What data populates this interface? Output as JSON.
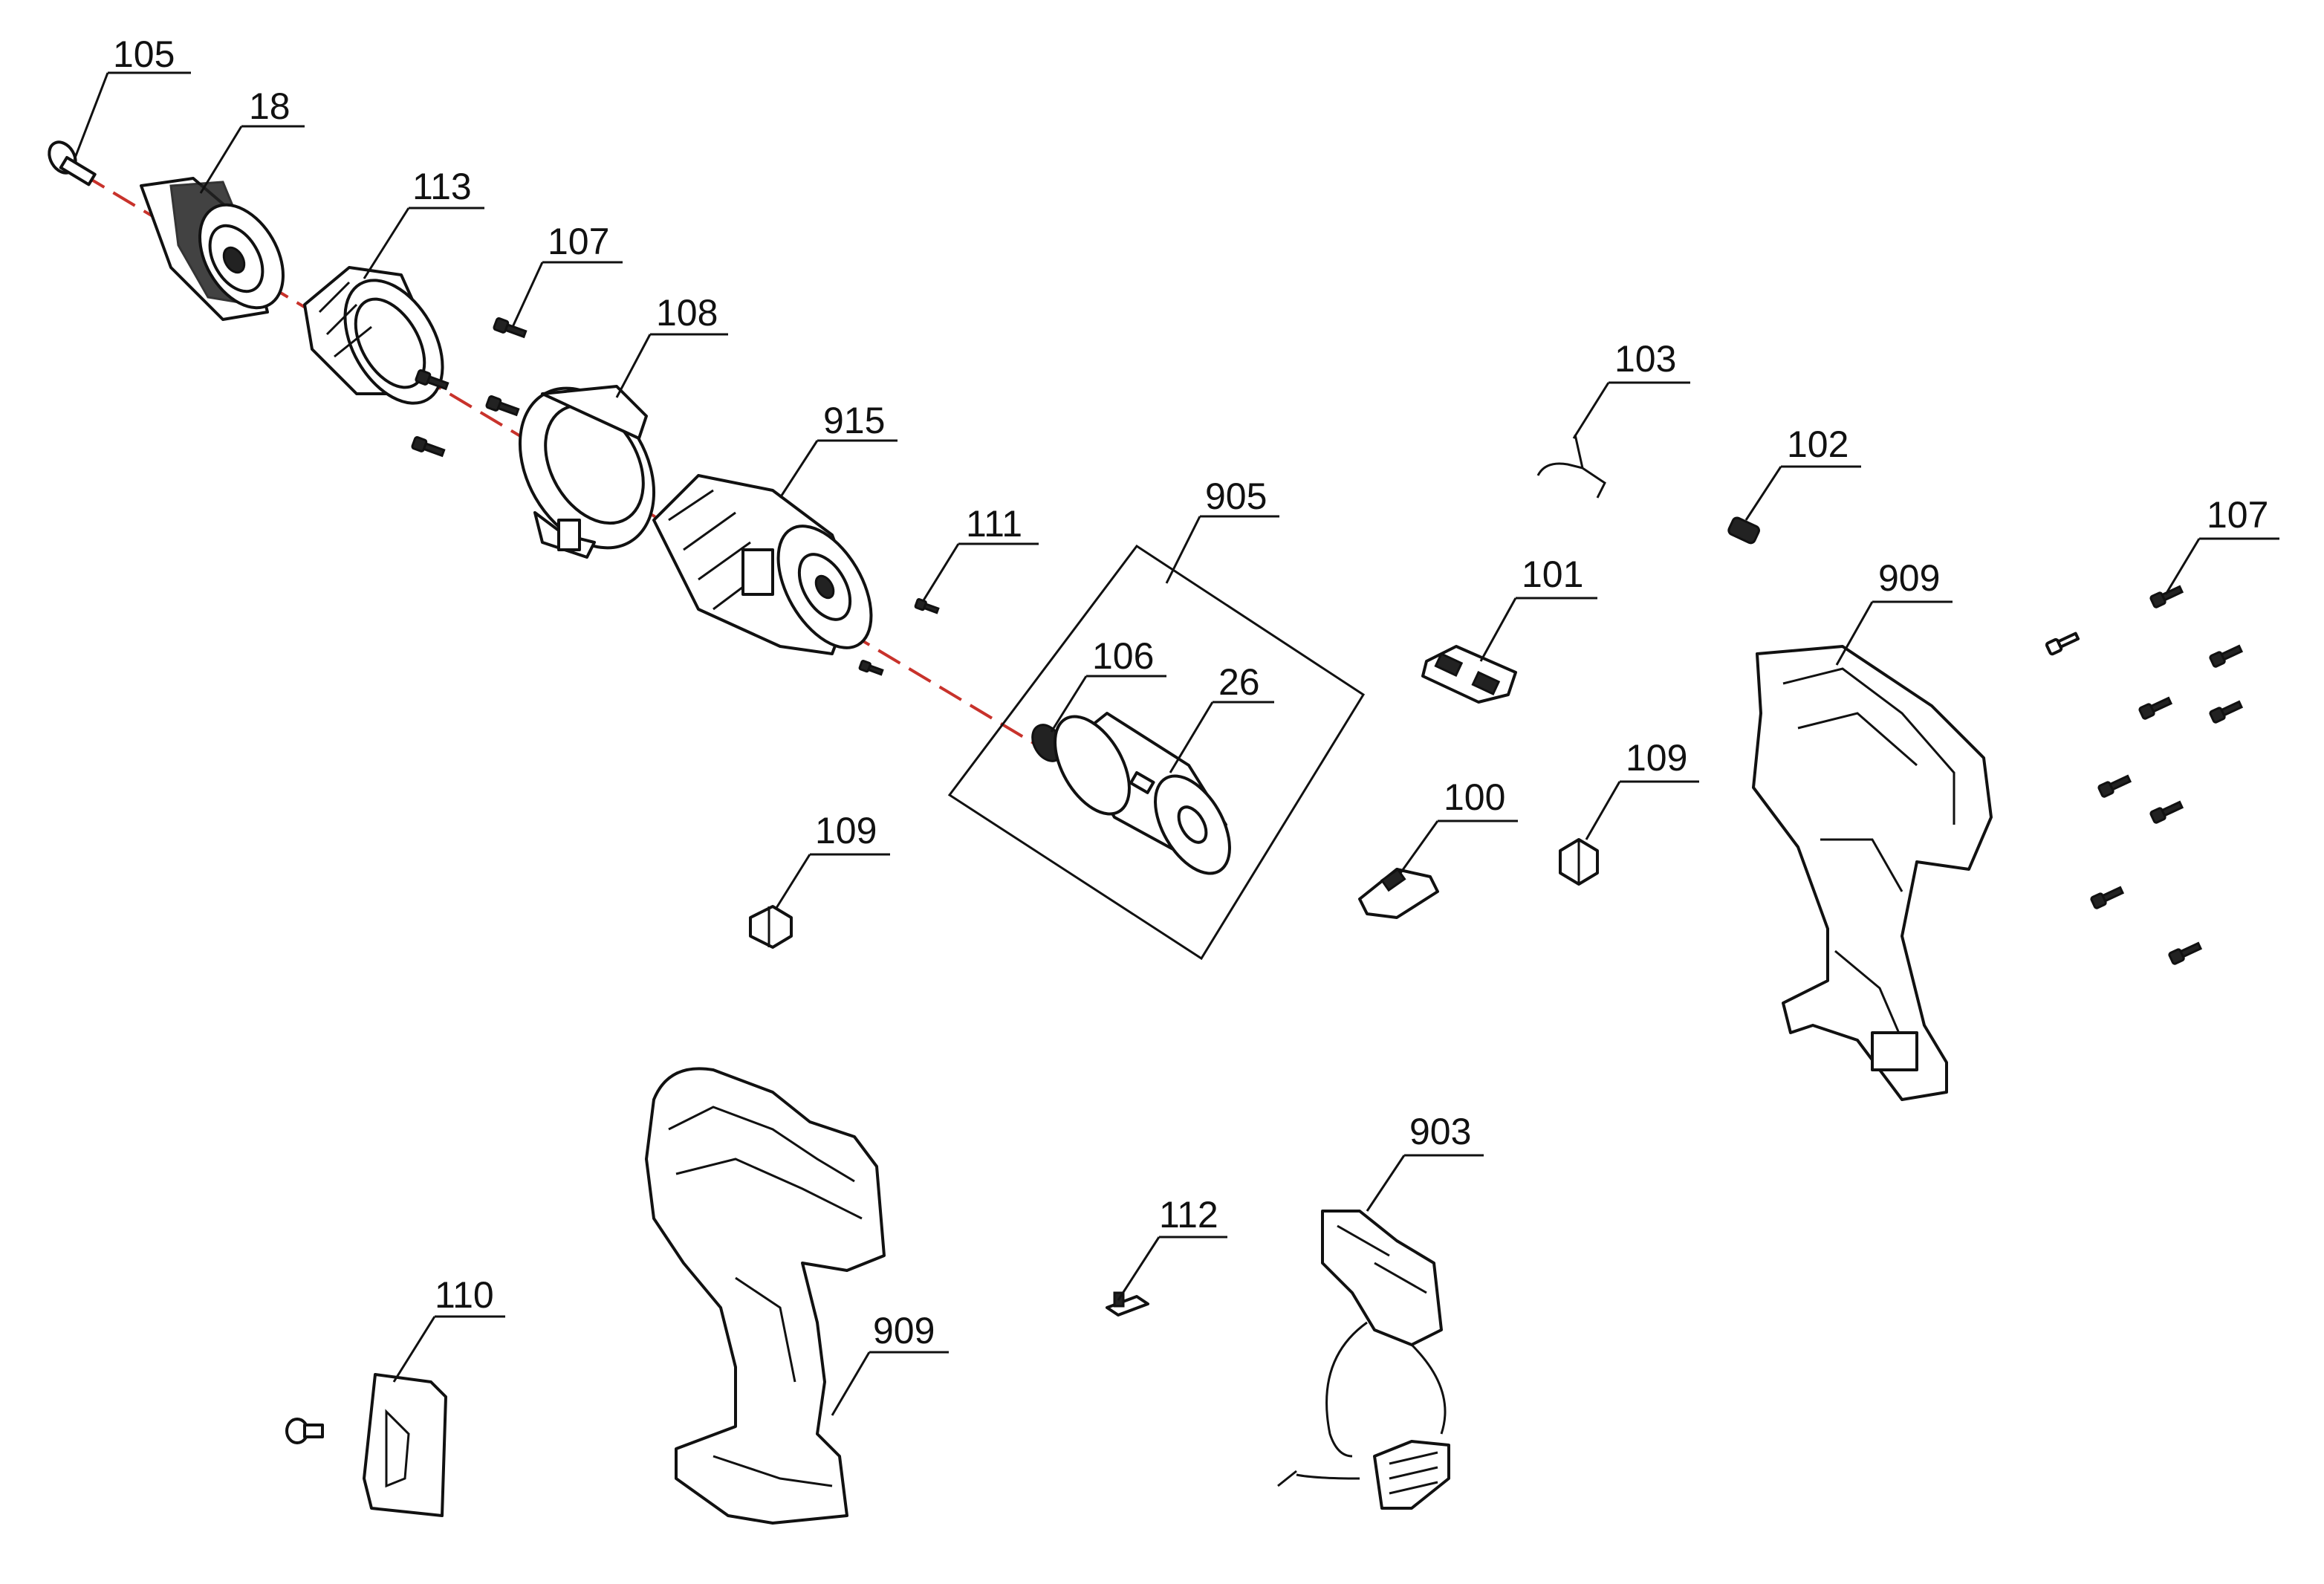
{
  "colors": {
    "axis": "#c8322b",
    "line": "#111111",
    "background": "#ffffff"
  },
  "callouts": [
    {
      "id": "105",
      "label": "105",
      "part": "chuck-screw"
    },
    {
      "id": "18",
      "label": "18",
      "part": "drill-chuck"
    },
    {
      "id": "113",
      "label": "113",
      "part": "torque-ring"
    },
    {
      "id": "107a",
      "label": "107",
      "part": "screw"
    },
    {
      "id": "108",
      "label": "108",
      "part": "gearbox-bracket"
    },
    {
      "id": "915",
      "label": "915",
      "part": "gearbox-assembly"
    },
    {
      "id": "111",
      "label": "111",
      "part": "screw"
    },
    {
      "id": "905",
      "label": "905",
      "part": "motor-assembly-box"
    },
    {
      "id": "106",
      "label": "106",
      "part": "pinion-gear"
    },
    {
      "id": "26",
      "label": "26",
      "part": "motor"
    },
    {
      "id": "103",
      "label": "103",
      "part": "spring-clip"
    },
    {
      "id": "102",
      "label": "102",
      "part": "small-spring"
    },
    {
      "id": "101",
      "label": "101",
      "part": "direction-switch"
    },
    {
      "id": "107b",
      "label": "107",
      "part": "housing-screws"
    },
    {
      "id": "909a",
      "label": "909",
      "part": "housing-half-right"
    },
    {
      "id": "100",
      "label": "100",
      "part": "switch-slider"
    },
    {
      "id": "109a",
      "label": "109",
      "part": "rubber-foot"
    },
    {
      "id": "109b",
      "label": "109",
      "part": "rubber-foot"
    },
    {
      "id": "903",
      "label": "903",
      "part": "trigger-switch"
    },
    {
      "id": "112",
      "label": "112",
      "part": "led-clip"
    },
    {
      "id": "110",
      "label": "110",
      "part": "belt-clip"
    },
    {
      "id": "909b",
      "label": "909",
      "part": "housing-half-left"
    }
  ]
}
